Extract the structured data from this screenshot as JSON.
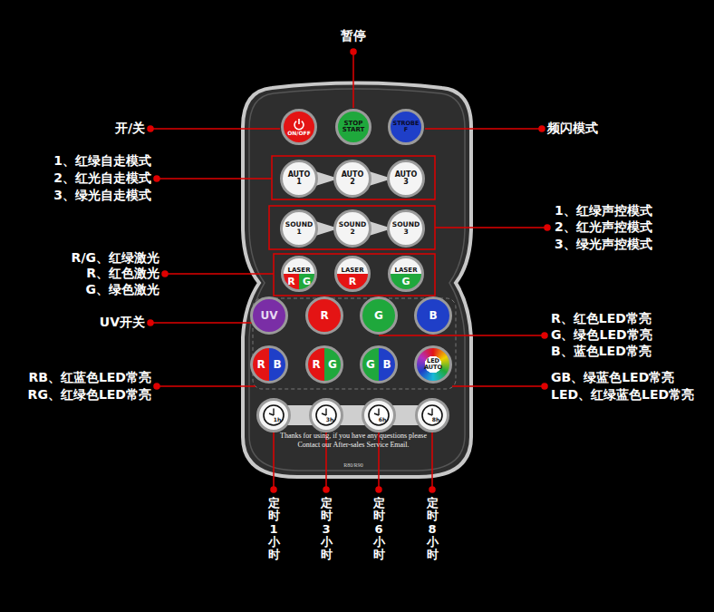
{
  "diagram": {
    "nodes": [
      {
        "text": [
          "ON/OFF"
        ]
      },
      {
        "text": [
          "STOP START"
        ]
      },
      {
        "text": [
          "STROBE F"
        ]
      },
      {
        "text": [
          "AUTO 1"
        ]
      },
      {
        "text": [
          "AUTO 2"
        ]
      },
      {
        "text": [
          "AUTO 3"
        ]
      },
      {
        "text": [
          "SOUND 1"
        ]
      },
      {
        "text": [
          "SOUND 2"
        ]
      },
      {
        "text": [
          "SOUND 3"
        ]
      },
      {
        "text": [
          "LASER",
          "R",
          "G"
        ]
      },
      {
        "text": [
          "LASER",
          "R"
        ]
      },
      {
        "text": [
          "LASER",
          "G"
        ]
      },
      {
        "text": [
          "UV"
        ]
      },
      {
        "text": [
          "R"
        ]
      },
      {
        "text": [
          "G"
        ]
      },
      {
        "text": [
          "B"
        ]
      },
      {
        "text": [
          "R",
          "B"
        ]
      },
      {
        "text": [
          "R",
          "G"
        ]
      },
      {
        "text": [
          "G",
          "B"
        ]
      },
      {
        "text": [
          "LED AUTO"
        ]
      },
      {
        "text": [
          "1h"
        ]
      },
      {
        "text": [
          "3h"
        ]
      },
      {
        "text": [
          "6h"
        ]
      },
      {
        "text": [
          "8h"
        ]
      }
    ],
    "labels": [
      "暂停",
      "开/关",
      "频闪模式",
      "1、红绿自走模式",
      "2、红光自走模式",
      "3、绿光自走模式",
      "1、红绿声控模式",
      "2、红光声控模式",
      "3、绿光声控模式",
      "R/G、红绿激光",
      "R、红色激光",
      "G、绿色激光",
      "UV开关",
      "R、红色LED常亮",
      "G、绿色LED常亮",
      "B、蓝色LED常亮",
      "RB、红蓝色LED常亮",
      "RG、红绿色LED常亮",
      "GB、绿蓝色LED常亮",
      "LED、红绿蓝色LED常亮",
      "定时1小时",
      "定时3小时",
      "定时6小时",
      "定时8小时",
      "Thanks for using, if you have any questions please Contact our After-sales Service Email.",
      "R80/R90"
    ]
  }
}
